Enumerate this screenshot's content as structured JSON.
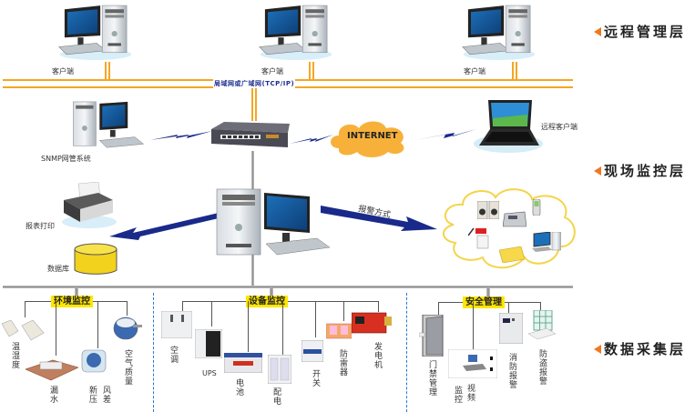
{
  "layers": {
    "remote": "远程管理层",
    "field": "现场监控层",
    "collection": "数据采集层"
  },
  "remote_layer": {
    "clients": [
      {
        "label": "客户端",
        "icon": "desktop-computer-icon"
      },
      {
        "label": "客户端",
        "icon": "desktop-computer-icon"
      },
      {
        "label": "客户端",
        "icon": "desktop-computer-icon"
      }
    ],
    "network_label": "局域网或广域网(TCP/IP)"
  },
  "field_layer": {
    "snmp_label": "SNMP网管系统",
    "switch_icon": "network-switch-icon",
    "internet_label": "INTERNET",
    "remote_client_label": "远程客户端",
    "printer_label": "报表打印",
    "database_label": "数据库",
    "alarm_label": "报警方式",
    "alarm_devices": [
      "speaker-icon",
      "telephone-icon",
      "mobile-phone-icon",
      "siren-icon",
      "email-icon",
      "computer-icon"
    ]
  },
  "collection_layer": {
    "groups": [
      {
        "title": "环境监控",
        "items": [
          "温湿度",
          "漏水",
          "新压",
          "风差",
          "空气质量"
        ]
      },
      {
        "title": "设备监控",
        "items": [
          "空调",
          "UPS",
          "电池",
          "配电",
          "开关",
          "防雷器",
          "发电机"
        ]
      },
      {
        "title": "安全管理",
        "items": [
          "门禁管理",
          "视频监控",
          "视频",
          "监控",
          "消防报警",
          "防盗报警"
        ]
      }
    ]
  },
  "colors": {
    "bus_orange": "#f5a623",
    "layer_arrow": "#f07820",
    "tag_yellow": "#ffe600",
    "link_blue": "#1a2a8a",
    "cloud_orange": "#f7b13a",
    "alarm_cloud_border": "#f5d44a",
    "divider_blue": "#2a78c8"
  }
}
